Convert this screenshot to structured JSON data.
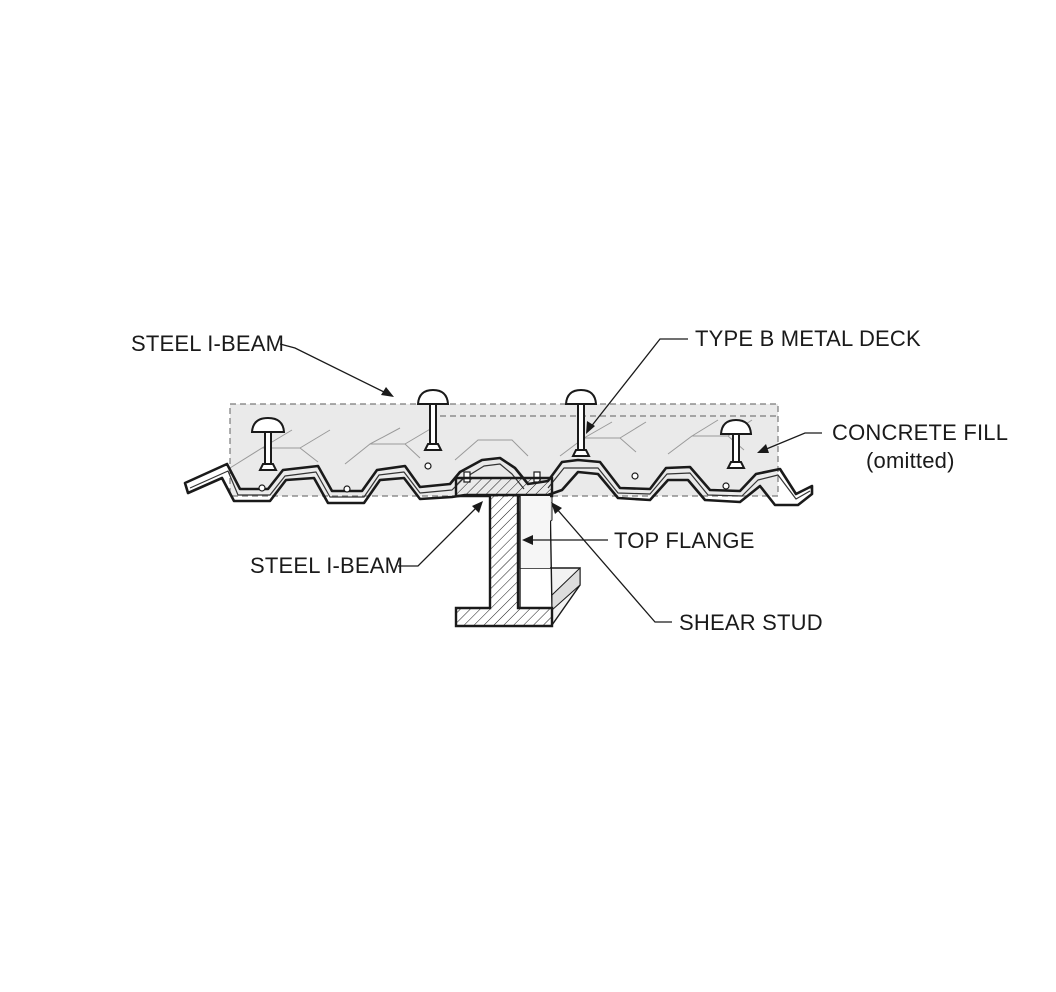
{
  "labels": {
    "steel_beam_top": "STEEL I-BEAM",
    "metal_deck": "TYPE B METAL DECK",
    "concrete_fill_line1": "CONCRETE FILL",
    "concrete_fill_line2": "(omitted)",
    "steel_beam_bottom": "STEEL I-BEAM",
    "top_flange": "TOP FLANGE",
    "shear_stud": "SHEAR STUD"
  },
  "colors": {
    "concrete_fill": "#e6e6e6",
    "ink": "#1a1a1a",
    "beam_face": "#f2f2f2"
  }
}
